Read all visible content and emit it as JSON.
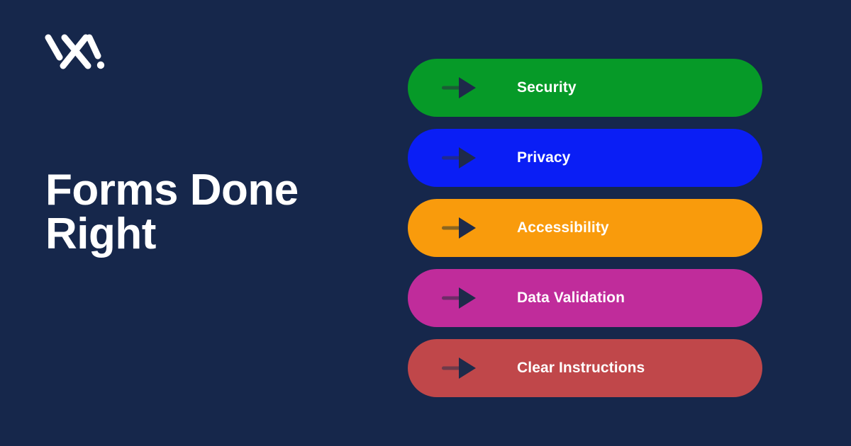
{
  "brand": {
    "logo_icon": "wx-monogram-logo",
    "logo_color": "#ffffff"
  },
  "headline": {
    "text": "Forms Done\nRight",
    "color": "#ffffff"
  },
  "background": {
    "color": "#16274b"
  },
  "arrow": {
    "icon": "arrow-right-icon",
    "head_color": "#1e2a4a"
  },
  "pills": [
    {
      "label": "Security",
      "color": "#069a28",
      "shaft_color": "#1a5d35",
      "arrow_icon": "arrow-right-icon"
    },
    {
      "label": "Privacy",
      "color": "#0a1ef5",
      "shaft_color": "#1f2a8e",
      "arrow_icon": "arrow-right-icon"
    },
    {
      "label": "Accessibility",
      "color": "#f99b0c",
      "shaft_color": "#8a6520",
      "arrow_icon": "arrow-right-icon"
    },
    {
      "label": "Data Validation",
      "color": "#c02c9b",
      "shaft_color": "#6e2b67",
      "arrow_icon": "arrow-right-icon"
    },
    {
      "label": "Clear Instructions",
      "color": "#c0474a",
      "shaft_color": "#6e3a4a",
      "arrow_icon": "arrow-right-icon"
    }
  ]
}
